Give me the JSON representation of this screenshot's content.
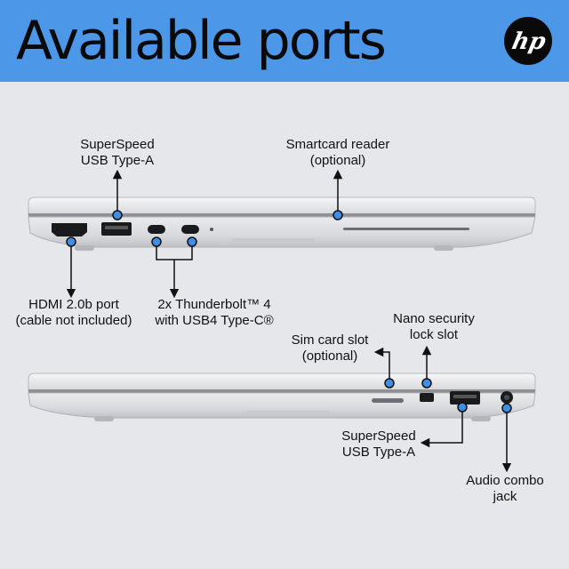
{
  "title": "Available ports",
  "brand": {
    "logo_text": "hp",
    "color": "#4c97e8"
  },
  "labels": {
    "usb_a_top": [
      "SuperSpeed",
      "USB Type-A"
    ],
    "smartcard": [
      "Smartcard reader",
      "(optional)"
    ],
    "hdmi": [
      "HDMI 2.0b port",
      "(cable not included)"
    ],
    "thunderbolt": [
      "2x Thunderbolt™ 4",
      "with USB4 Type-C®"
    ],
    "sim": [
      "Sim card slot",
      "(optional)"
    ],
    "nano_lock": [
      "Nano security",
      "lock slot"
    ],
    "usb_a_bottom": [
      "SuperSpeed",
      "USB Type-A"
    ],
    "audio": [
      "Audio combo",
      "jack"
    ]
  },
  "colors": {
    "marker": "#3e8ee6",
    "background": "#e6e7ea",
    "header": "#4c97e8"
  }
}
